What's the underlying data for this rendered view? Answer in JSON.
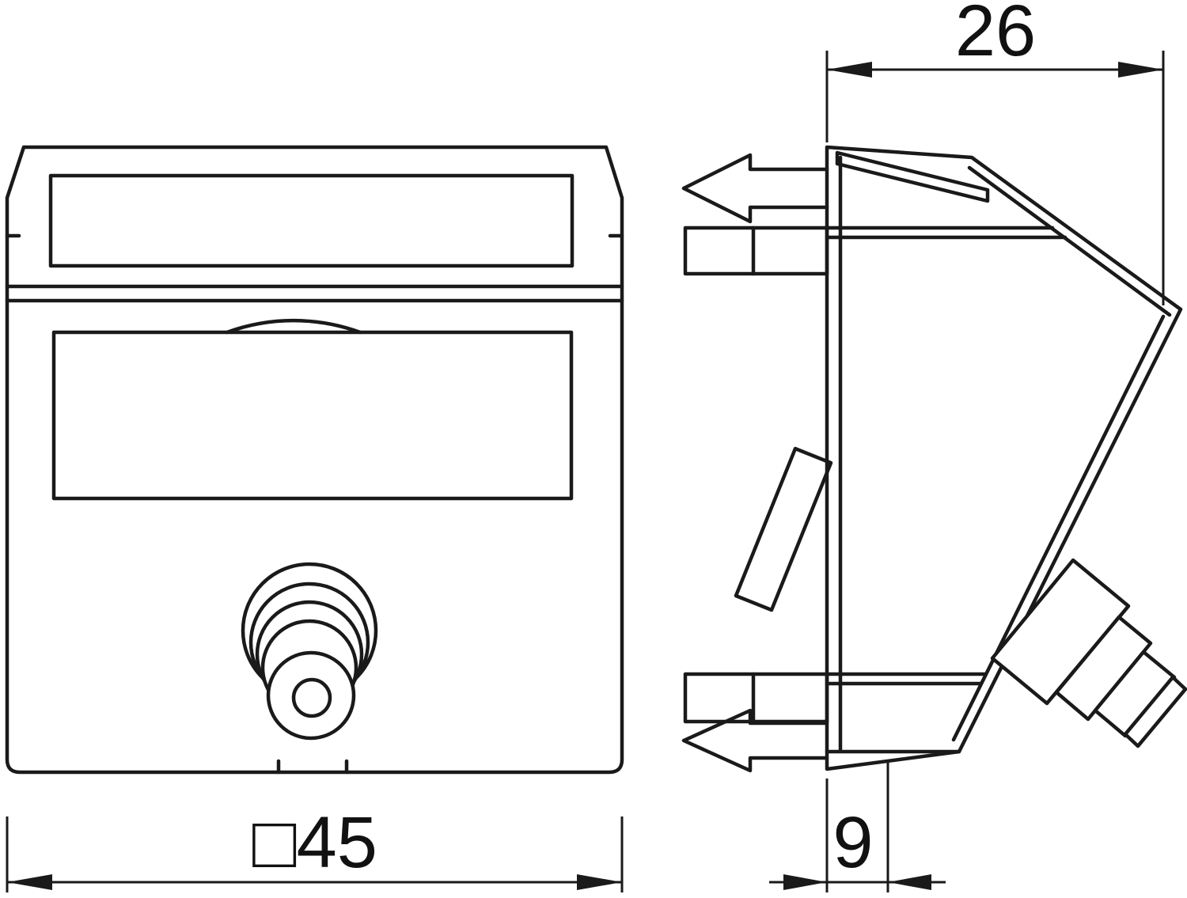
{
  "colors": {
    "line": "#1a1a1a",
    "background": "#ffffff"
  },
  "dimensions": {
    "front_size": "□45",
    "total_depth": "26",
    "mount_depth": "9"
  }
}
